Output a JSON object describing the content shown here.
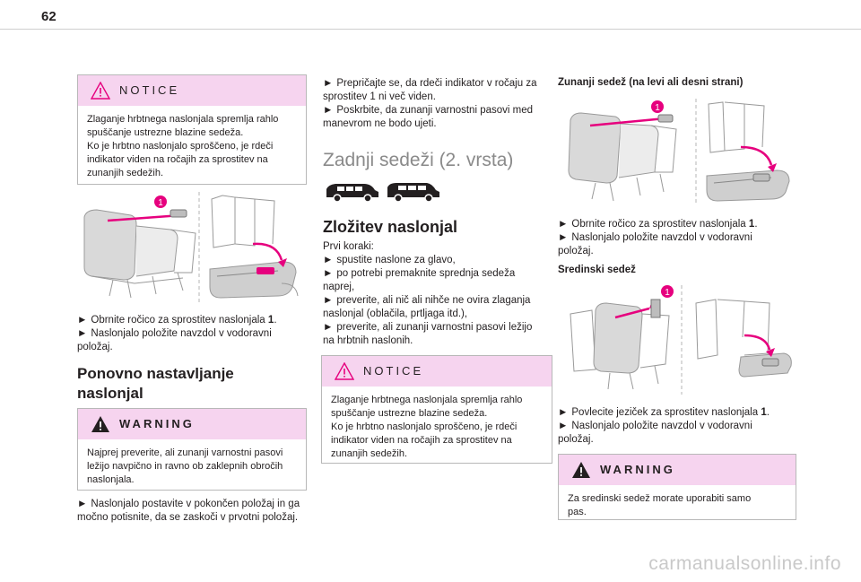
{
  "page_number": "62",
  "left": {
    "notice": {
      "title": "NOTICE",
      "lines": [
        "Zlaganje hrbtnega naslonjala spremlja rahlo",
        "spuščanje ustrezne blazine sedeža.",
        "Ko je hrbtno naslonjalo sproščeno, je rdeči",
        "indikator viden na ročajih za sprostitev na",
        "zunanjih sedežih."
      ]
    },
    "figure_badge": "1",
    "steps": [
      {
        "arrow": "►",
        "text": "Obrnite ročico za sprostitev naslonjala ",
        "bold": "1",
        "after": "."
      },
      {
        "arrow": "►",
        "text": "Naslonjalo položite navzdol v vodoravni",
        "bold": "",
        "after": ""
      },
      {
        "arrow": "",
        "text": "položaj.",
        "bold": "",
        "after": ""
      }
    ],
    "heading_lines": [
      "Ponovno nastavljanje",
      "naslonjal"
    ],
    "warning": {
      "title": "WARNING",
      "lines": [
        "Najprej preverite, ali zunanji varnostni pasovi",
        "ležijo navpično in ravno ob zaklepnih obročih",
        "naslonjala."
      ]
    },
    "final_lines": [
      {
        "arrow": "►",
        "text": "Naslonjalo postavite v pokončen položaj in ga"
      },
      {
        "arrow": "",
        "text": "močno potisnite, da se zaskoči v prvotni položaj."
      }
    ]
  },
  "middle": {
    "intro_lines": [
      {
        "arrow": "►",
        "text": "Prepričajte se, da rdeči indikator v ročaju za"
      },
      {
        "arrow": "",
        "text": "sprostitev 1 ni več viden."
      },
      {
        "arrow": "►",
        "text": "Poskrbite, da zunanji varnostni pasovi med"
      },
      {
        "arrow": "",
        "text": "manevrom ne bodo ujeti."
      }
    ],
    "big_title": "Zadnji sedeži (2. vrsta)",
    "heading": "Zložitev naslonjal",
    "first_steps_label": "Prvi koraki:",
    "steps": [
      {
        "arrow": "►",
        "text": "spustite naslone za glavo,"
      },
      {
        "arrow": "►",
        "text": "po potrebi premaknite sprednja sedeža"
      },
      {
        "arrow": "",
        "text": "naprej,"
      },
      {
        "arrow": "►",
        "text": "preverite, ali nič ali nihče ne ovira zlaganja"
      },
      {
        "arrow": "",
        "text": "naslonjal (oblačila, prtljaga itd.),"
      },
      {
        "arrow": "►",
        "text": "preverite, ali zunanji varnostni pasovi ležijo"
      },
      {
        "arrow": "",
        "text": "na hrbtnih naslonih."
      }
    ],
    "notice": {
      "title": "NOTICE",
      "lines": [
        "Zlaganje hrbtnega naslonjala spremlja rahlo",
        "spuščanje ustrezne blazine sedeža.",
        "Ko je hrbtno naslonjalo sproščeno, je rdeči",
        "indikator viden na ročajih za sprostitev na",
        "zunanjih sedežih."
      ]
    }
  },
  "right": {
    "outer_heading": "Zunanji sedež (na levi ali desni strani)",
    "figure_badge": "1",
    "outer_steps": [
      {
        "arrow": "►",
        "text": "Obrnite ročico za sprostitev naslonjala ",
        "bold": "1",
        "after": "."
      },
      {
        "arrow": "►",
        "text": "Naslonjalo položite navzdol v vodoravni",
        "bold": "",
        "after": ""
      },
      {
        "arrow": "",
        "text": "položaj.",
        "bold": "",
        "after": ""
      }
    ],
    "middle_heading": "Sredinski sedež",
    "middle_steps": [
      {
        "arrow": "►",
        "text": "Povlecite jeziček za sprostitev naslonjala ",
        "bold": "1",
        "after": "."
      },
      {
        "arrow": "►",
        "text": "Naslonjalo položite navzdol v vodoravni",
        "bold": "",
        "after": ""
      },
      {
        "arrow": "",
        "text": "položaj.",
        "bold": "",
        "after": ""
      }
    ],
    "warning": {
      "title": "WARNING",
      "lines": [
        "Za sredinski sedež morate uporabiti samo",
        "pas."
      ]
    }
  },
  "watermark": "carmanualsonline.info",
  "colors": {
    "accent": "#e6007e",
    "box_header": "#f6d4ef",
    "title_grey": "#8a8a8a"
  }
}
